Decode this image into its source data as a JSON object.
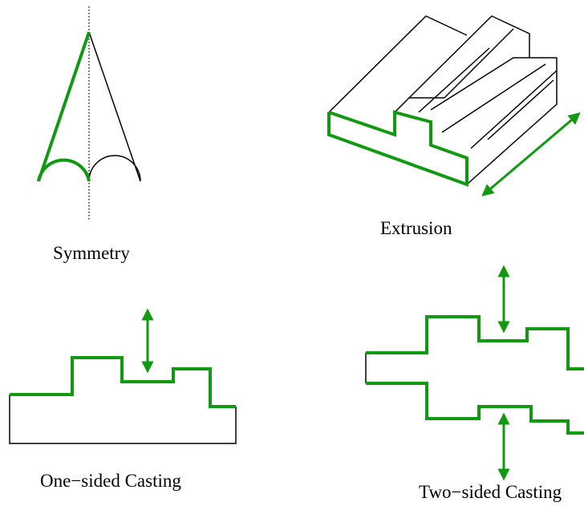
{
  "colors": {
    "highlight": "#119911",
    "outline": "#000000",
    "background": "#ffffff"
  },
  "panels": {
    "symmetry": {
      "caption": "Symmetry"
    },
    "extrusion": {
      "caption": "Extrusion"
    },
    "one_sided": {
      "caption": "One−sided Casting"
    },
    "two_sided": {
      "caption": "Two−sided Casting"
    }
  }
}
